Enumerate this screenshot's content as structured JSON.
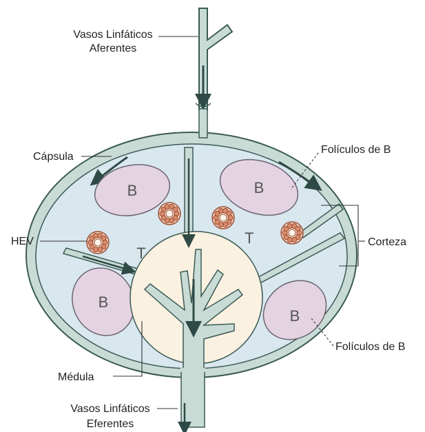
{
  "colors": {
    "capsule_border": "#3a5a55",
    "capsule_fill": "#c9dbd5",
    "interior_fill": "#d9e7ef",
    "vessel_fill": "#c9dbd5",
    "follicle_fill": "#e4d3e0",
    "follicle_border": "#6b6470",
    "medulla_fill": "#fbf1e0",
    "hev_outer": "#d98a6a",
    "arrow": "#2f4a46"
  },
  "labels": {
    "afferent_line1": "Vasos Linfáticos",
    "afferent_line2": "Aferentes",
    "capsule": "Cápsula",
    "follicles_top": "Folículos de B",
    "cortex": "Corteza",
    "hev": "HEV",
    "follicles_bottom": "Folículos de B",
    "medulla": "Médula",
    "efferent_line1": "Vasos Linfáticos",
    "efferent_line2": "Eferentes"
  },
  "regions": {
    "b_letter": "B",
    "t_letter": "T"
  },
  "icons": {
    "hev": "hev-vessel-icon",
    "flow": "arrow-icon"
  }
}
